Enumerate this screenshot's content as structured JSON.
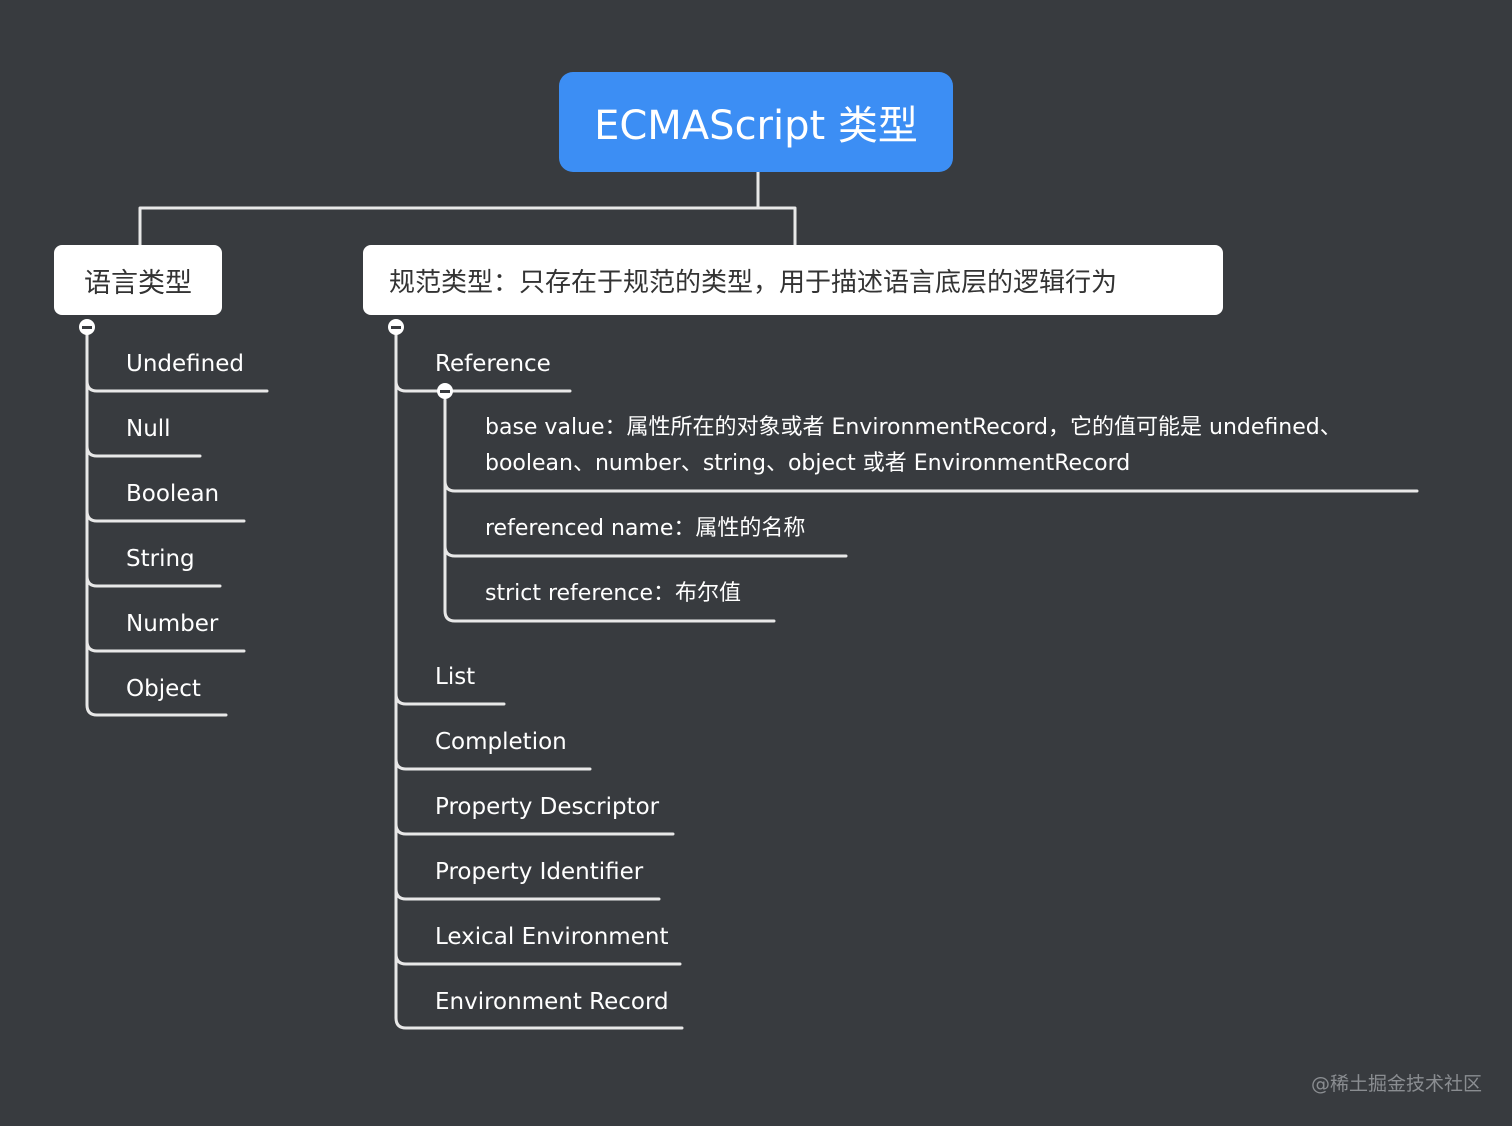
{
  "root": {
    "title": "ECMAScript 类型"
  },
  "branches": {
    "language": {
      "title": "语言类型",
      "items": [
        "Undefined",
        "Null",
        "Boolean",
        "String",
        "Number",
        "Object"
      ]
    },
    "spec": {
      "title": "规范类型：只存在于规范的类型，用于描述语言底层的逻辑行为",
      "reference": {
        "label": "Reference",
        "children": {
          "base_value_line1": "base value：属性所在的对象或者 EnvironmentRecord，它的值可能是 undefined、",
          "base_value_line2": "boolean、number、string、object 或者 EnvironmentRecord",
          "referenced_name": "referenced name：属性的名称",
          "strict_reference": "strict reference：布尔值"
        }
      },
      "items": [
        "List",
        "Completion",
        "Property Descriptor",
        "Property Identifier",
        "Lexical Environment",
        "Environment Record"
      ]
    }
  },
  "watermark": "@稀土掘金技术社区",
  "colors": {
    "background": "#383b3f",
    "root_fill": "#3c8ef4",
    "node_fill": "#ffffff",
    "line": "#e8e8e8",
    "text_light": "#ffffff",
    "text_dark": "#333333",
    "watermark": "#8a8d91"
  }
}
